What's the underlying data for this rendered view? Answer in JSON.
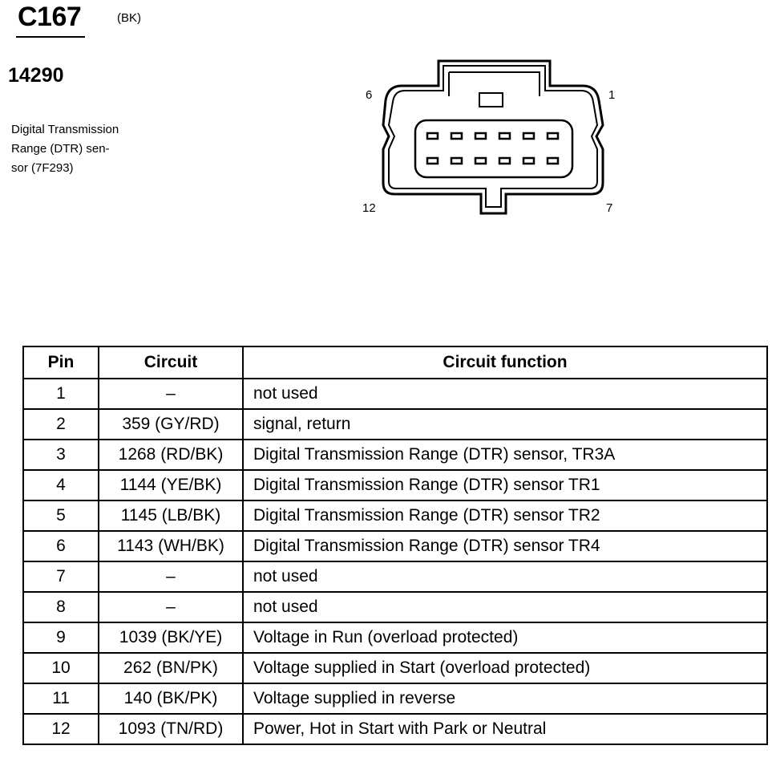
{
  "header": {
    "connector_id": "C167",
    "connector_color": "(BK)",
    "part_number": "14290",
    "description_lines": [
      "Digital Transmission",
      "Range (DTR) sen-",
      "sor (7F293)"
    ]
  },
  "diagram": {
    "pin_labels": {
      "top_left": "6",
      "top_right": "1",
      "bottom_left": "12",
      "bottom_right": "7"
    }
  },
  "table": {
    "headers": [
      "Pin",
      "Circuit",
      "Circuit function"
    ],
    "rows": [
      [
        "1",
        "–",
        "not used"
      ],
      [
        "2",
        "359 (GY/RD)",
        "signal, return"
      ],
      [
        "3",
        "1268 (RD/BK)",
        "Digital Transmission Range (DTR) sensor, TR3A"
      ],
      [
        "4",
        "1144 (YE/BK)",
        "Digital Transmission Range (DTR) sensor TR1"
      ],
      [
        "5",
        "1145 (LB/BK)",
        "Digital Transmission Range (DTR) sensor TR2"
      ],
      [
        "6",
        "1143 (WH/BK)",
        "Digital Transmission Range (DTR) sensor TR4"
      ],
      [
        "7",
        "–",
        "not used"
      ],
      [
        "8",
        "–",
        "not used"
      ],
      [
        "9",
        "1039 (BK/YE)",
        "Voltage in Run (overload protected)"
      ],
      [
        "10",
        "262 (BN/PK)",
        "Voltage supplied in Start (overload protected)"
      ],
      [
        "11",
        "140 (BK/PK)",
        "Voltage supplied in reverse"
      ],
      [
        "12",
        "1093 (TN/RD)",
        "Power, Hot in Start with Park or Neutral"
      ]
    ]
  }
}
